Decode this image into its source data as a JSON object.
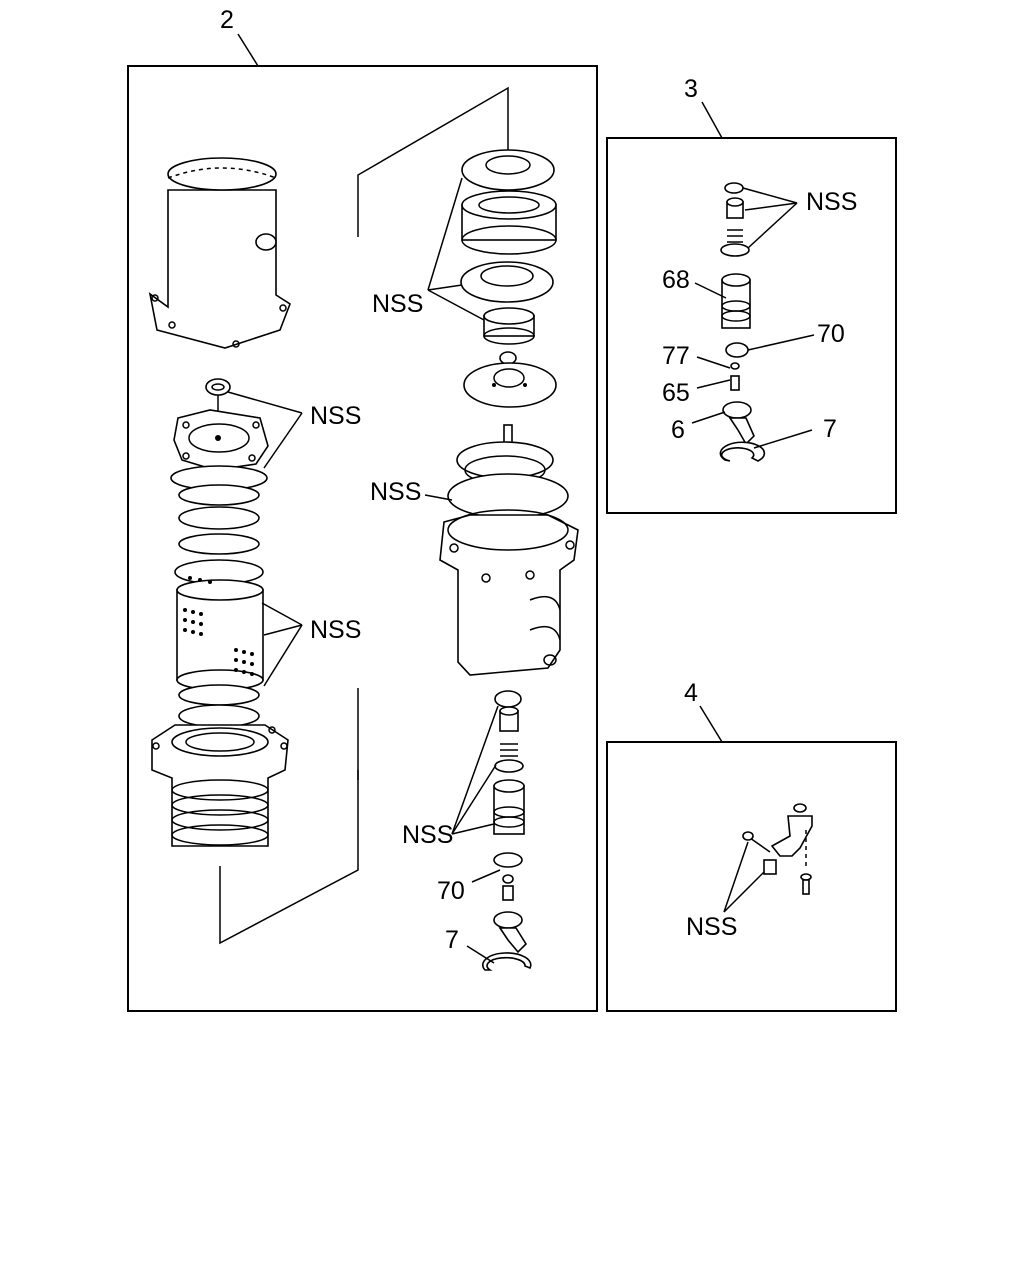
{
  "panels": [
    {
      "callout": "2"
    },
    {
      "callout": "3"
    },
    {
      "callout": "4"
    }
  ],
  "labels": {
    "p2_nss_top": "NSS",
    "p2_nss_cover": "NSS",
    "p2_nss_filter": "NSS",
    "p2_nss_housing": "NSS",
    "p2_nss_valve": "NSS",
    "p2_70": "70",
    "p2_7": "7",
    "p3_nss": "NSS",
    "p3_68": "68",
    "p3_70": "70",
    "p3_77": "77",
    "p3_65": "65",
    "p3_6": "6",
    "p3_7": "7",
    "p4_nss": "NSS"
  }
}
